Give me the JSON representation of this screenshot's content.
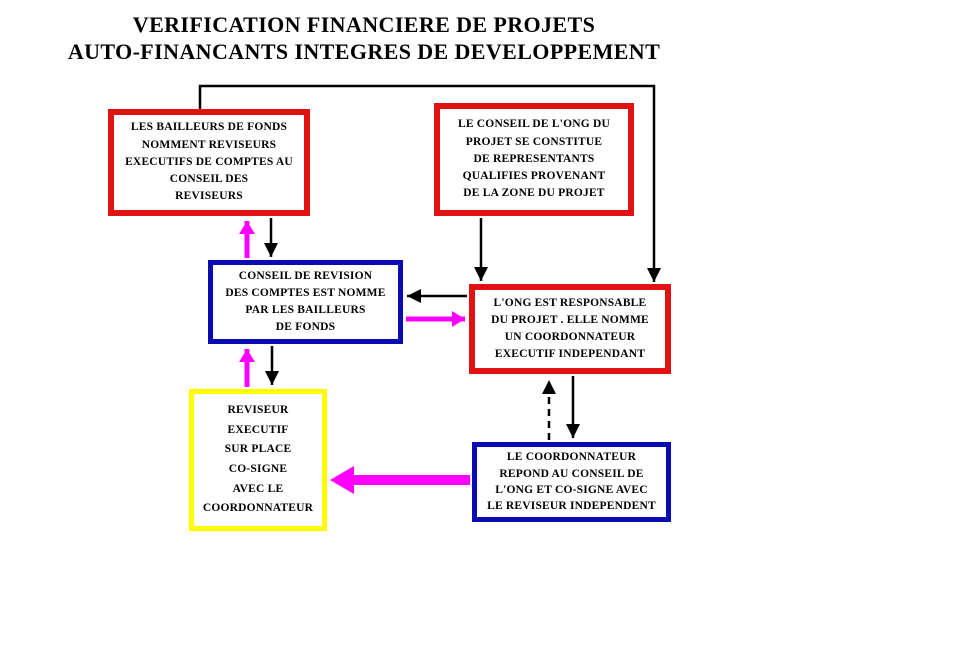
{
  "title": {
    "line1": "VERIFICATION FINANCIERE DE PROJETS",
    "line2": "AUTO-FINANCANTS INTEGRES DE DEVELOPPEMENT"
  },
  "boxes": {
    "bailleurs": {
      "text": "LES BAILLEURS DE FONDS\nNOMMENT REVISEURS\nEXECUTIFS DE  COMPTES AU\nCONSEIL DES\nREVISEURS",
      "border_color": "#e01212"
    },
    "conseil_ong": {
      "text": "LE CONSEIL DE L'ONG DU\nPROJET SE CONSTITUE\nDE REPRESENTANTS\nQUALIFIES PROVENANT\nDE LA ZONE DU PROJET",
      "border_color": "#e01212"
    },
    "conseil_revision": {
      "text": "CONSEIL DE REVISION\nDES COMPTES EST NOMME\nPAR  LES BAILLEURS\nDE FONDS",
      "border_color": "#0b0bb2"
    },
    "ong": {
      "text": "L'ONG EST RESPONSABLE\nDU PROJET . ELLE  NOMME\nUN COORDONNATEUR\nEXECUTIF INDEPENDANT",
      "border_color": "#e01212"
    },
    "reviseur": {
      "text": "REVISEUR\nEXECUTIF\nSUR PLACE\nCO-SIGNE\nAVEC LE\nCOORDONNATEUR",
      "border_color": "#ffff00"
    },
    "coordonnateur": {
      "text": "LE  COORDONNATEUR\nREPOND AU CONSEIL DE\nL'ONG ET  CO-SIGNE AVEC\nLE REVISEUR INDEPENDENT",
      "border_color": "#0b0bb2"
    }
  },
  "colors": {
    "red": "#e01212",
    "blue": "#0b0bb2",
    "yellow": "#ffff00",
    "magenta": "#ff00ff",
    "black": "#000000",
    "background": "#ffffff"
  },
  "arrows": [
    {
      "name": "line-bailleurs-top-to-ong",
      "style": "solid black"
    },
    {
      "name": "arrow-conseil-ong-to-ong",
      "style": "solid black down"
    },
    {
      "name": "arrow-bailleurs-to-conseil-revision",
      "style": "solid black down"
    },
    {
      "name": "arrow-conseil-revision-to-bailleurs",
      "style": "magenta up"
    },
    {
      "name": "arrow-ong-to-conseil-revision",
      "style": "solid black left"
    },
    {
      "name": "arrow-conseil-revision-to-ong",
      "style": "magenta right"
    },
    {
      "name": "arrow-conseil-revision-to-reviseur",
      "style": "solid black down"
    },
    {
      "name": "arrow-reviseur-to-conseil-revision",
      "style": "magenta up"
    },
    {
      "name": "arrow-ong-to-coordonnateur",
      "style": "solid black down"
    },
    {
      "name": "arrow-coordonnateur-to-ong",
      "style": "dashed black up"
    },
    {
      "name": "arrow-coordonnateur-to-reviseur",
      "style": "thick magenta left"
    }
  ]
}
